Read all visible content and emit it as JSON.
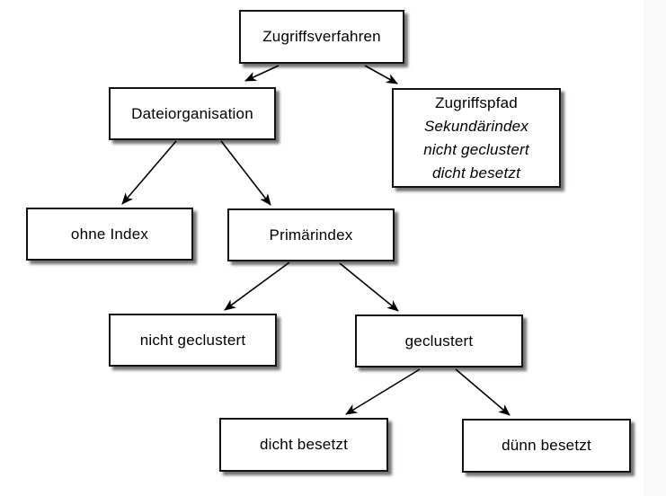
{
  "diagram": {
    "nodes": [
      {
        "id": "zugriffsverfahren",
        "label": "Zugriffsverfahren"
      },
      {
        "id": "dateiorganisation",
        "label": "Dateiorganisation"
      },
      {
        "id": "zugriffspfad",
        "lines": [
          "Zugriffspfad",
          "Sekundärindex",
          "nicht geclustert",
          "dicht besetzt"
        ]
      },
      {
        "id": "ohne-index",
        "label": "ohne Index"
      },
      {
        "id": "primaerindex",
        "label": "Primärindex"
      },
      {
        "id": "nicht-geclustert",
        "label": "nicht geclustert"
      },
      {
        "id": "geclustert",
        "label": "geclustert"
      },
      {
        "id": "dicht-besetzt",
        "label": "dicht besetzt"
      },
      {
        "id": "duenn-besetzt",
        "label": "dünn besetzt"
      }
    ],
    "edges": [
      {
        "from": "Zugriffsverfahren",
        "to": "Dateiorganisation"
      },
      {
        "from": "Zugriffsverfahren",
        "to": "Zugriffspfad"
      },
      {
        "from": "Dateiorganisation",
        "to": "ohne Index"
      },
      {
        "from": "Dateiorganisation",
        "to": "Primärindex"
      },
      {
        "from": "Primärindex",
        "to": "nicht geclustert"
      },
      {
        "from": "Primärindex",
        "to": "geclustert"
      },
      {
        "from": "geclustert",
        "to": "dicht besetzt"
      },
      {
        "from": "geclustert",
        "to": "dünn besetzt"
      }
    ],
    "colors": {
      "background": "#ffffff",
      "box_fill": "#ffffff",
      "box_border": "#131313",
      "box_shadow": "#3c3c3c",
      "text": "#000000",
      "arrow": "#000000",
      "right_strip": "#f9f9f9"
    }
  }
}
